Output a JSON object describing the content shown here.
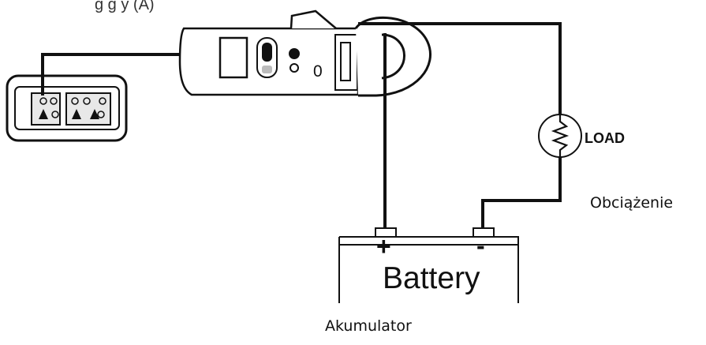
{
  "diagram": {
    "top_caption_fragment": "g g y (A)",
    "load_label": "LOAD",
    "load_label_translation": "Obciążenie",
    "battery_label": "Battery",
    "battery_positive_symbol": "+",
    "battery_negative_symbol": "-",
    "battery_label_translation": "Akumulator",
    "meter_display_digit": "0",
    "icons": [
      "handheld-meter-icon",
      "clamp-meter-icon",
      "resistor-load-icon",
      "battery-icon"
    ],
    "line_color": "#111111"
  }
}
